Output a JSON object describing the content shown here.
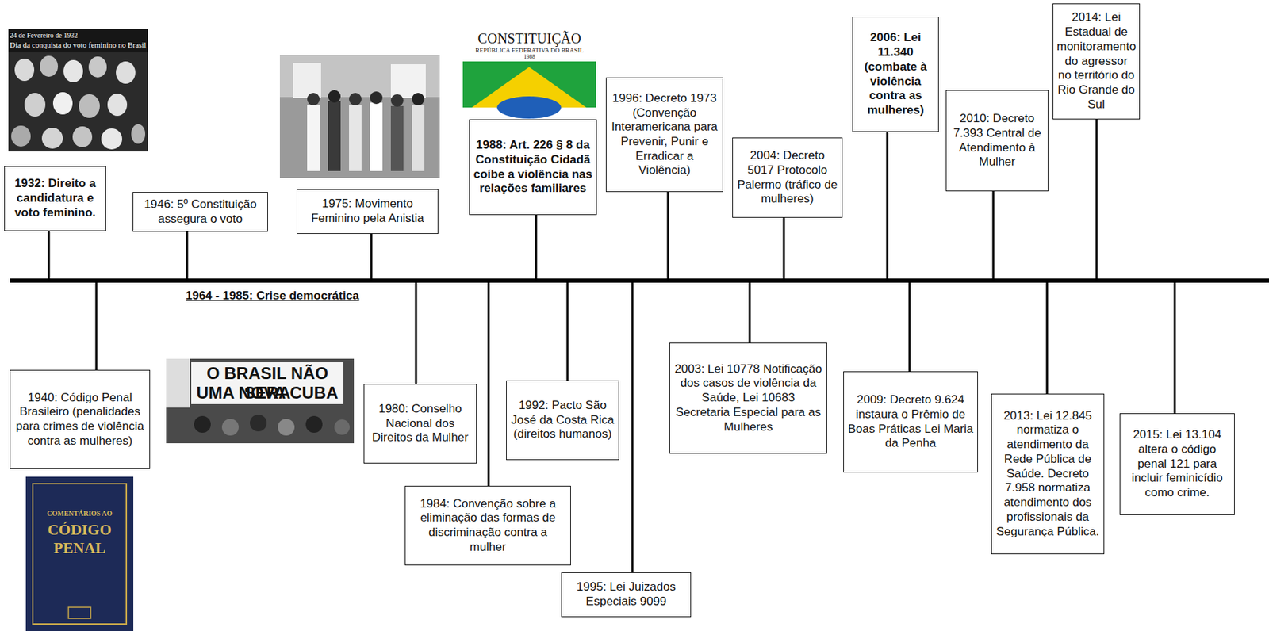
{
  "diagram": {
    "nodes": [
      {
        "text": [
          "1932: Direito a candidatura e voto feminino."
        ]
      },
      {
        "text": [
          "1940: Código Penal Brasileiro (penalidades para crimes de violência contra as mulheres)"
        ]
      },
      {
        "text": [
          "1946: 5º Constituição assegura o voto"
        ]
      },
      {
        "text": [
          "1975: Movimento Feminino pela Anistia"
        ]
      },
      {
        "text": [
          "1980: Conselho Nacional dos Direitos da Mulher"
        ]
      },
      {
        "text": [
          "1984: Convenção sobre a eliminação das formas de discriminação contra a mulher"
        ]
      },
      {
        "text": [
          "1988: Art. 226 § 8 da Constituição Cidadã coíbe a violência nas relações familiares"
        ]
      },
      {
        "text": [
          "1992: Pacto São José da Costa Rica (direitos humanos)"
        ]
      },
      {
        "text": [
          "1995: Lei Juizados Especiais 9099"
        ]
      },
      {
        "text": [
          "1996: Decreto 1973 (Convenção Interamericana para Prevenir, Punir e Erradicar a Violência)"
        ]
      },
      {
        "text": [
          "2003: Lei 10778 Notificação dos casos de violência da Saúde, Lei 10683 Secretaria Especial para as Mulheres"
        ]
      },
      {
        "text": [
          "2004: Decreto 5017 Protocolo Palermo (tráfico de mulheres)"
        ]
      },
      {
        "text": [
          "2006: Lei 11.340 (combate à violência contra as mulheres)"
        ]
      },
      {
        "text": [
          "2009: Decreto 9.624 instaura o Prêmio de Boas Práticas Lei Maria da Penha"
        ]
      },
      {
        "text": [
          "2010: Decreto 7.393 Central de Atendimento à Mulher"
        ]
      },
      {
        "text": [
          "2013: Lei 12.845 normatiza o atendimento da Rede Pública de Saúde. Decreto 7.958 normatiza atendimento dos profissionais da Segurança Pública."
        ]
      },
      {
        "text": [
          "2014: Lei Estadual de monitoramento do agressor no território do Rio Grande do Sul"
        ]
      },
      {
        "text": [
          "2015: Lei 13.104 altera o código penal 121 para incluir feminicídio como crime."
        ]
      }
    ],
    "labels": [
      "24 de Fevereiro de 1932",
      "Dia da conquista do voto feminino no Brasil",
      "CONSTITUIÇÃO",
      "REPÚBLICA FEDERATIVA DO BRASIL",
      "1988",
      "O BRASIL NÃO SERA",
      "UMA NOVA CUBA",
      "COMENTÁRIOS AO",
      "CÓDIGO",
      "PENAL",
      "1964 - 1985: Crise democrática"
    ]
  }
}
